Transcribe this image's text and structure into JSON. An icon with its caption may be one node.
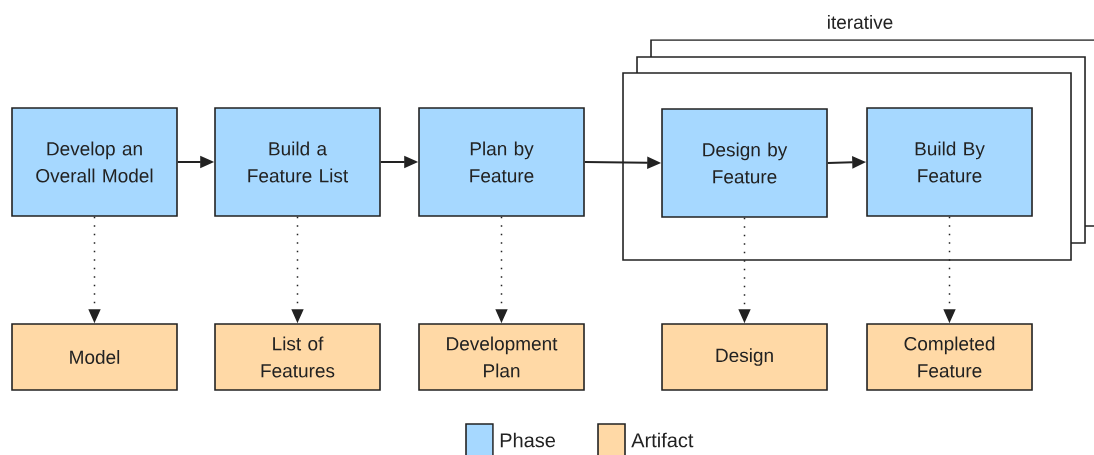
{
  "diagram": {
    "nodes": [
      {
        "text": [
          "Develop an Overall Model"
        ]
      },
      {
        "text": [
          "Build a Feature List"
        ]
      },
      {
        "text": [
          "Plan by Feature"
        ]
      },
      {
        "text": [
          "iterative"
        ]
      },
      {
        "text": [
          "Design by Feature"
        ],
        "in": 3
      },
      {
        "text": [
          "Build By Feature"
        ],
        "in": 3
      },
      {
        "text": [
          "Model"
        ]
      },
      {
        "text": [
          "List of Features"
        ]
      },
      {
        "text": [
          "Development Plan"
        ]
      },
      {
        "text": [
          "Design"
        ]
      },
      {
        "text": [
          "Completed Feature"
        ]
      }
    ],
    "edges": [
      {
        "from": 0,
        "to": 1,
        "arrow": "to"
      },
      {
        "from": 1,
        "to": 2,
        "arrow": "to"
      },
      {
        "from": 2,
        "to": 4,
        "arrow": "to"
      },
      {
        "from": 4,
        "to": 5,
        "arrow": "to"
      },
      {
        "from": 0,
        "to": 6,
        "arrow": "to",
        "style": "dashed"
      },
      {
        "from": 1,
        "to": 7,
        "arrow": "to",
        "style": "dashed"
      },
      {
        "from": 2,
        "to": 8,
        "arrow": "to",
        "style": "dashed"
      },
      {
        "from": 4,
        "to": 9,
        "arrow": "to",
        "style": "dashed"
      },
      {
        "from": 5,
        "to": 10,
        "arrow": "to",
        "style": "dashed"
      }
    ],
    "legend": [
      {
        "text": "Phase",
        "color": "#a6d8ff"
      },
      {
        "text": "Artifact",
        "color": "#ffd9a6"
      }
    ]
  }
}
